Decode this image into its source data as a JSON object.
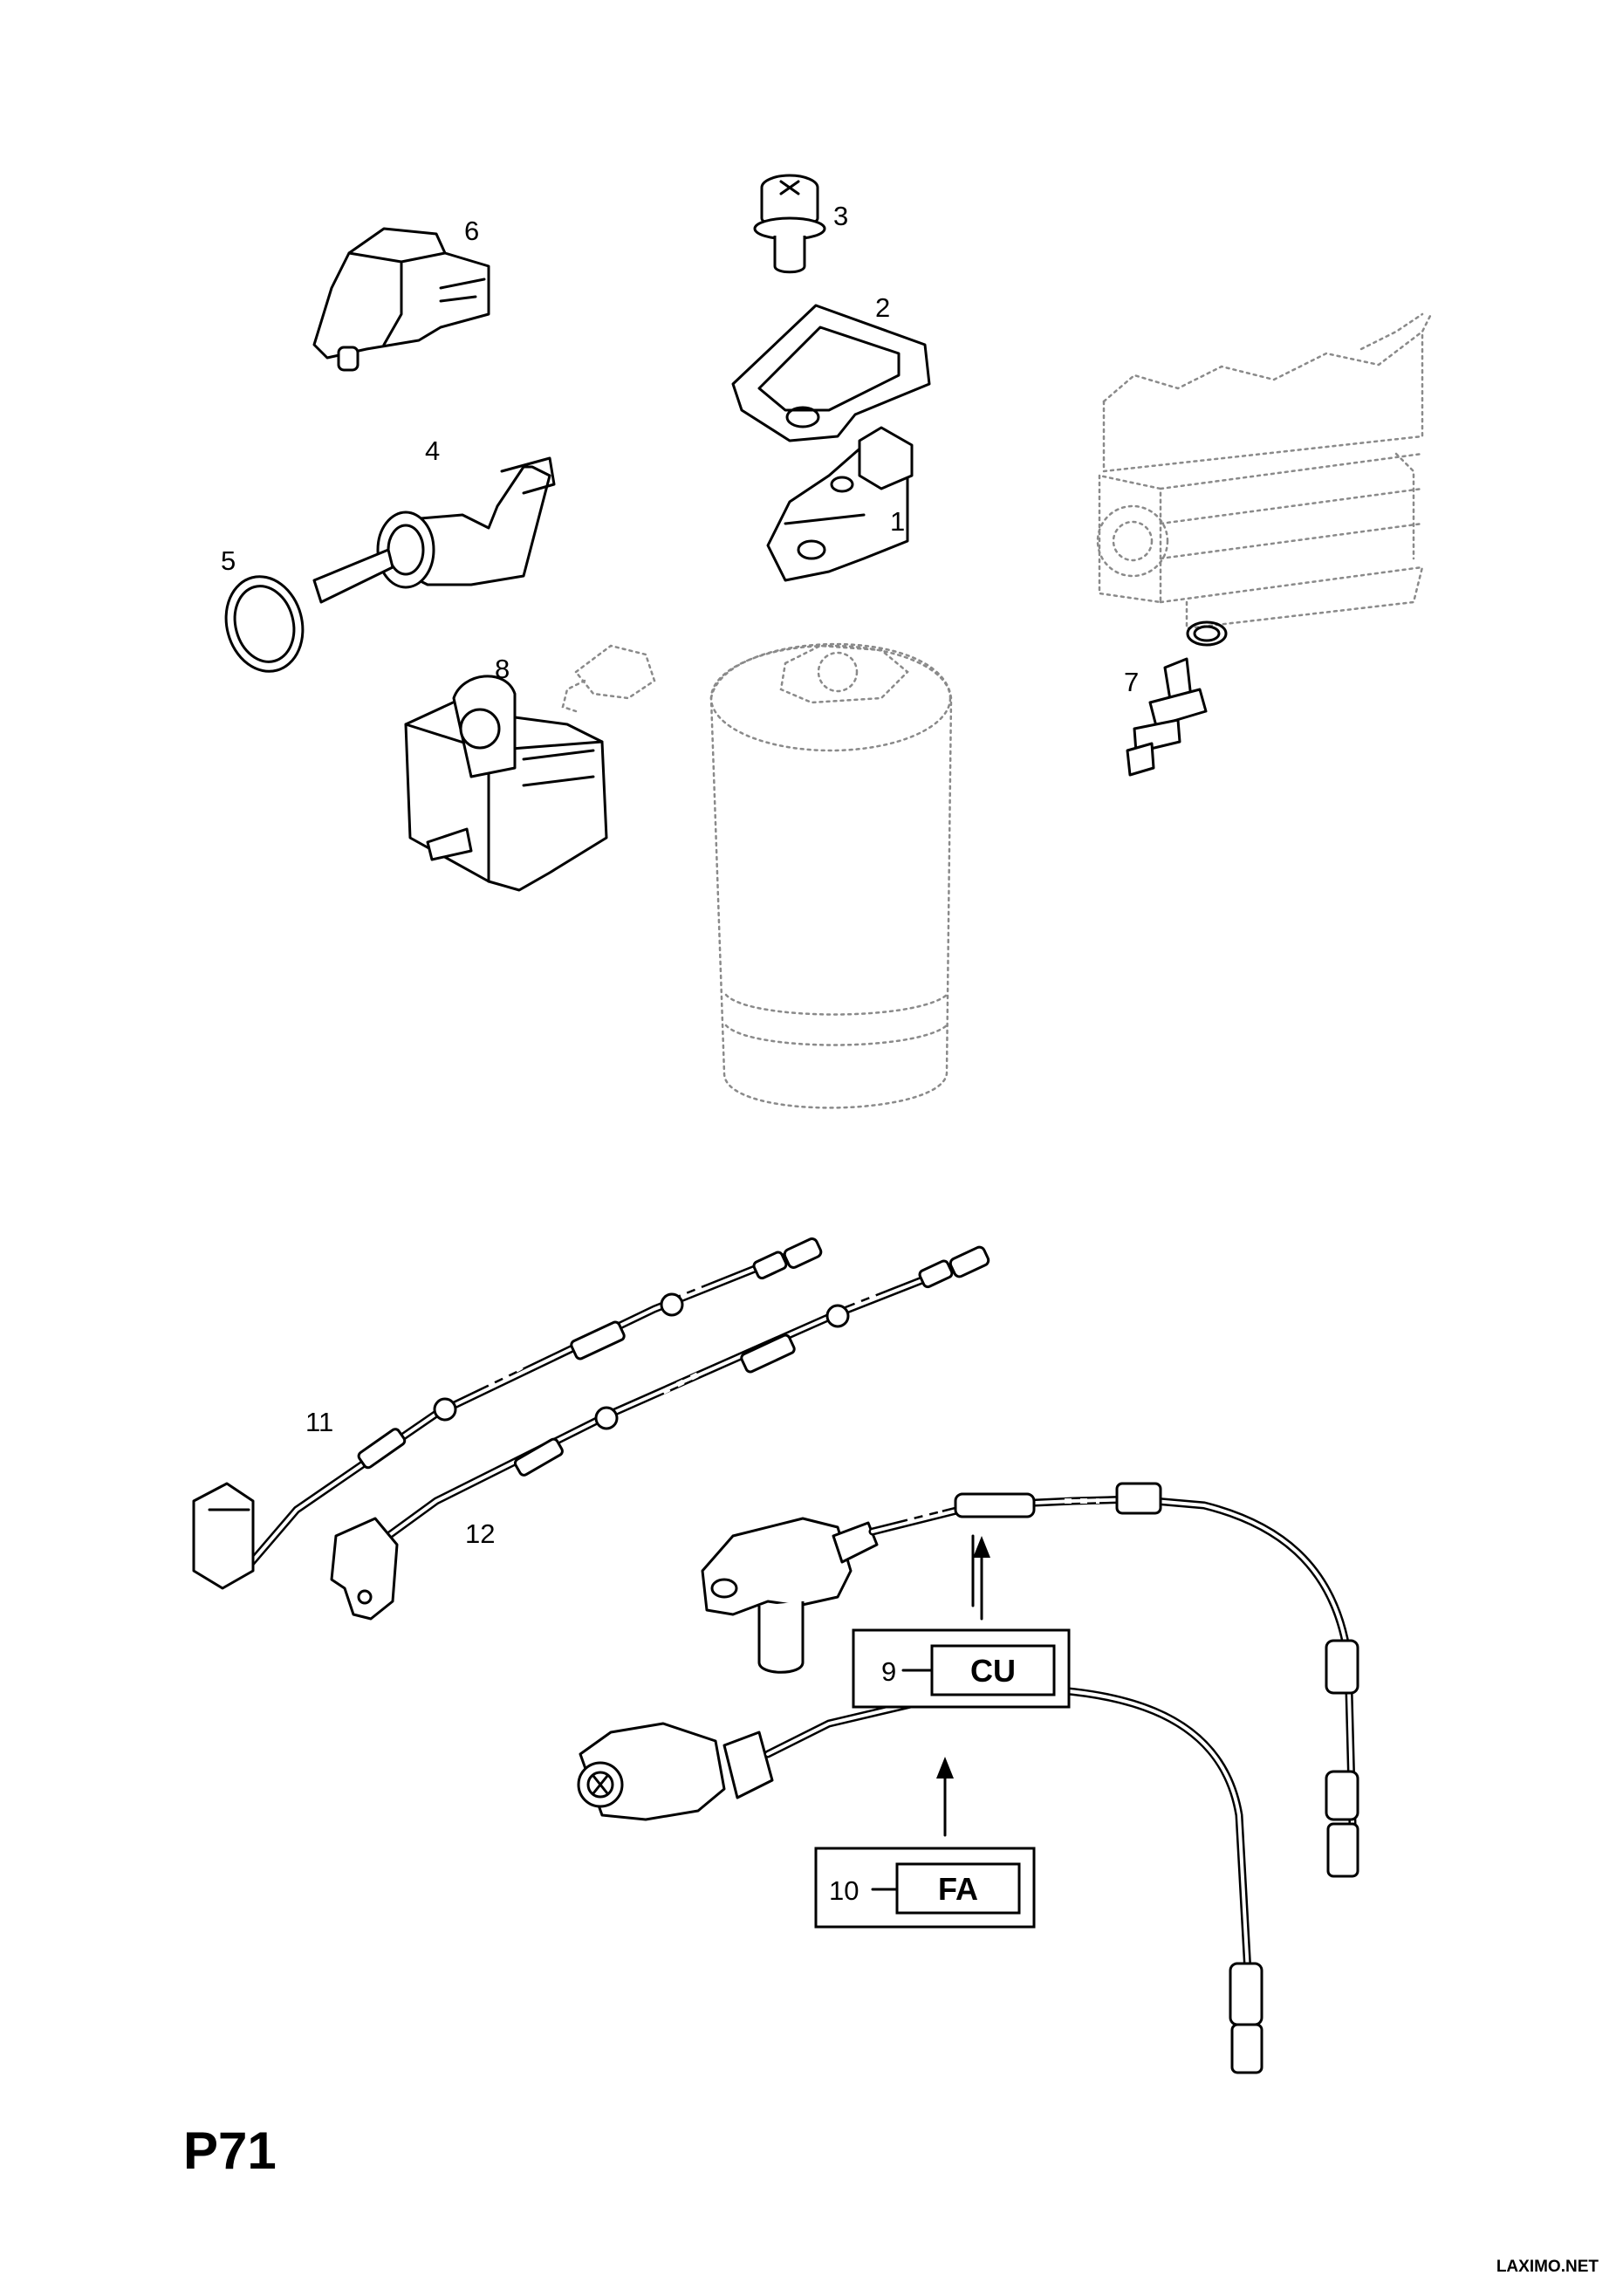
{
  "diagram": {
    "page_code": "P71",
    "watermark": "LAXIMO.NET",
    "callouts": [
      {
        "id": "1",
        "text": "1"
      },
      {
        "id": "2",
        "text": "2"
      },
      {
        "id": "3",
        "text": "3"
      },
      {
        "id": "4",
        "text": "4"
      },
      {
        "id": "5",
        "text": "5"
      },
      {
        "id": "6",
        "text": "6"
      },
      {
        "id": "7",
        "text": "7"
      },
      {
        "id": "8",
        "text": "8"
      },
      {
        "id": "11",
        "text": "11"
      },
      {
        "id": "12",
        "text": "12"
      }
    ],
    "variant_boxes": [
      {
        "number": "9",
        "code": "CU"
      },
      {
        "number": "10",
        "code": "FA"
      }
    ]
  }
}
